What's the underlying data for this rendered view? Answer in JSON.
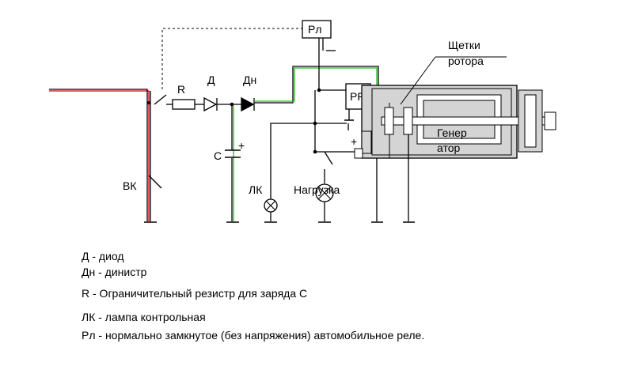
{
  "labels": {
    "relay": "Рл",
    "resistor": "R",
    "diode": "Д",
    "dinistor": "Дн",
    "regulator": "РР",
    "capacitor": "C",
    "plus_cap": "+",
    "plus_gen": "+",
    "switch": "ВК",
    "lamp": "ЛК",
    "load": "Нагрузка",
    "brushes_line1": "Щетки",
    "brushes_line2": "ротора",
    "generator_line1": "Генер",
    "generator_line2": "атор"
  },
  "legend": [
    "Д - диод",
    "Дн - динистр",
    "R - Ограничительный резистр для заряда C",
    "ЛК - лампа контрольная",
    "Рл - нормально замкнутое (без напряжения) автомобильное реле."
  ],
  "colors": {
    "wire": "#000000",
    "positive_trace": "#cc0000",
    "charge_trace": "#22bb22",
    "generator_body": "#d4d4d4"
  }
}
